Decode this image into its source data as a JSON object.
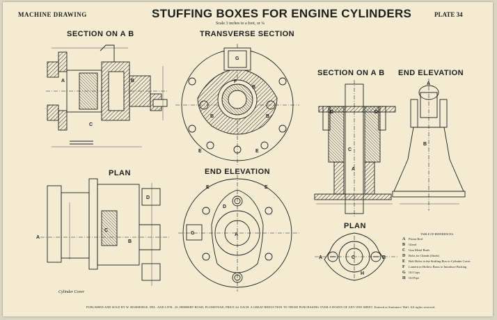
{
  "header": {
    "left": "MACHINE DRAWING",
    "title": "STUFFING BOXES FOR ENGINE CYLINDERS",
    "plate": "PLATE 34",
    "scale": "Scale 3 inches to a foot, or ¼"
  },
  "sections": {
    "section_ab_left": "SECTION ON A B",
    "transverse": "TRANSVERSE SECTION",
    "section_ab_right": "SECTION ON A B",
    "end_elevation_right": "END ELEVATION",
    "plan_left": "PLAN",
    "end_elevation_mid": "END ELEVATION",
    "plan_right": "PLAN"
  },
  "legend": {
    "title": "TABLE OF REFERENCES.",
    "items": [
      {
        "key": "A",
        "text": "Piston Rod"
      },
      {
        "key": "B",
        "text": "Gland"
      },
      {
        "key": "C",
        "text": "Gun Metal Bush"
      },
      {
        "key": "D",
        "text": "Bolts for Glands (Studs)"
      },
      {
        "key": "E",
        "text": "Bolt Holes to the Stuffing Box to Cylinder Cover"
      },
      {
        "key": "F",
        "text": "Lantern or Hollow Brass to Introduce Packing"
      },
      {
        "key": "G",
        "text": "Oil Cups"
      },
      {
        "key": "H",
        "text": "Oil Pipe"
      }
    ]
  },
  "labels": {
    "cylinder_cover": "Cylinder Cover",
    "letters": [
      "A",
      "B",
      "C",
      "D",
      "E",
      "F",
      "G",
      "H"
    ]
  },
  "footer": "PUBLISHED AND SOLD BY W. BOSERIDGE, DEL. AND LITH., 20, HERBERT ROAD, PLUMSTEAD.   PRICE 2d. EACH.   A GREAT REDUCTION TO THOSE PURCHASING OVER A DOZEN OF ANY ONE SHEET.   Entered at Stationers' Hall.   All rights reserved."
}
